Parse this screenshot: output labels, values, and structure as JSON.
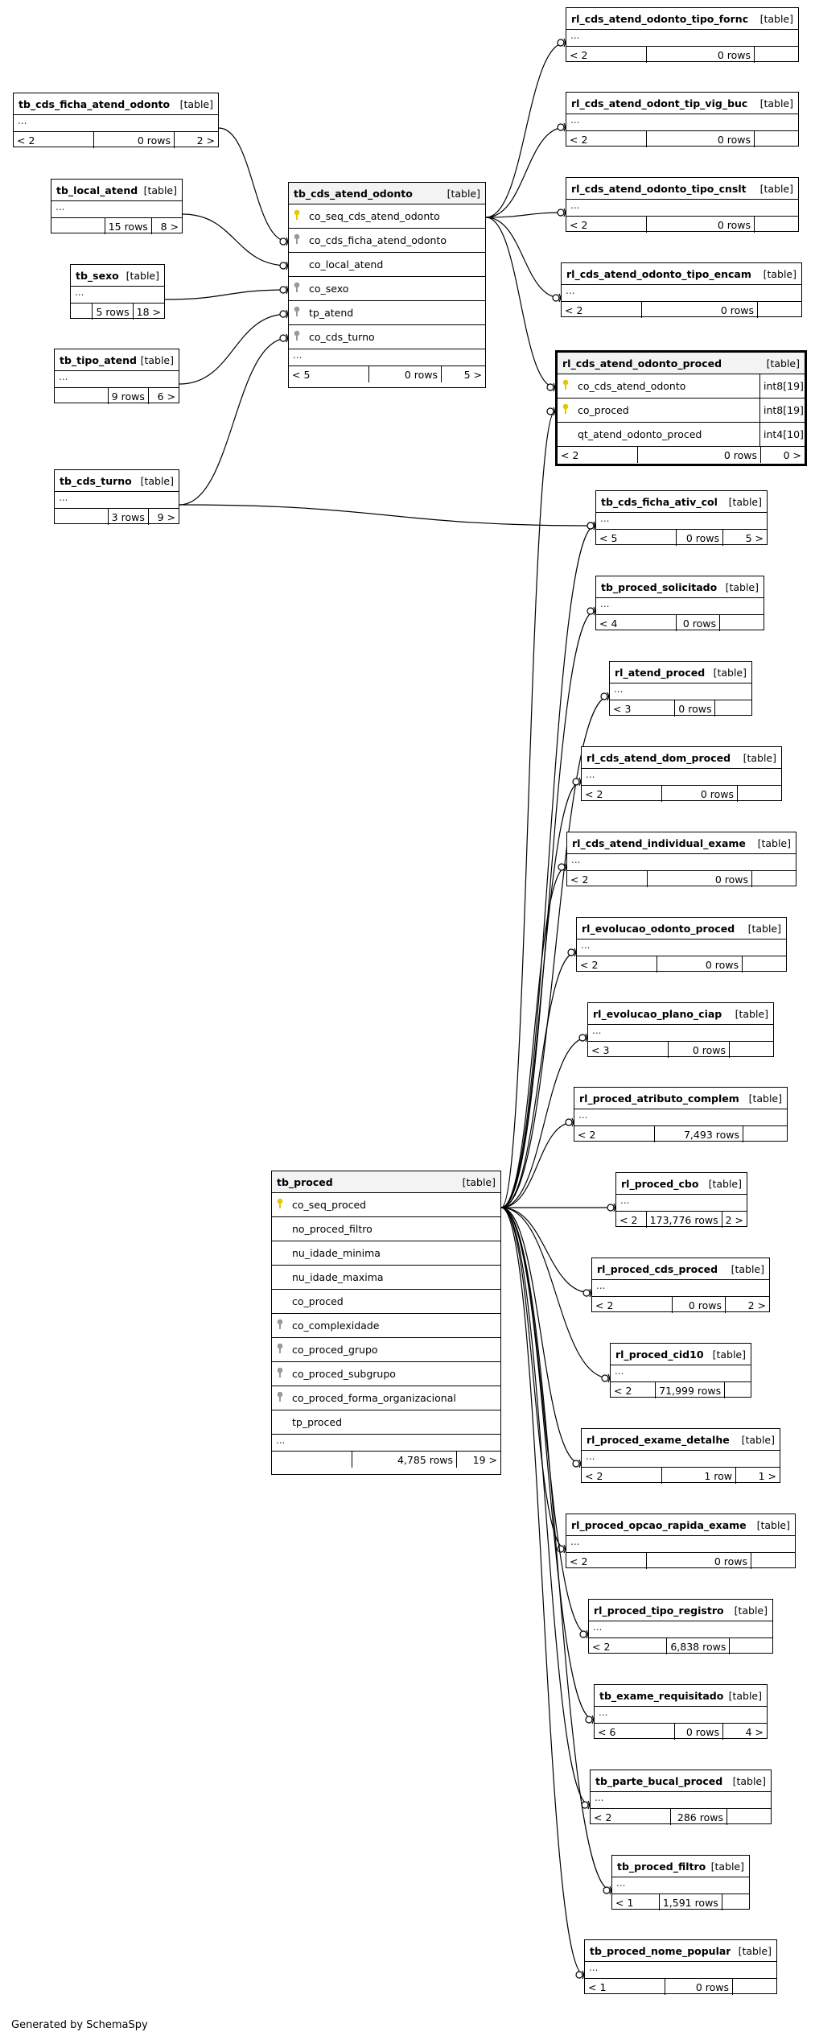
{
  "credit": "Generated by SchemaSpy",
  "type_label": "[table]",
  "ellipsis": "...",
  "tables": [
    {
      "id": "rl_cds_atend_odonto_tipo_fornc",
      "name": "rl_cds_atend_odonto_tipo_fornc",
      "parents": "< 2",
      "rows": "0 rows",
      "children": ""
    },
    {
      "id": "rl_cds_atend_odont_tip_vig_buc",
      "name": "rl_cds_atend_odont_tip_vig_buc",
      "parents": "< 2",
      "rows": "0 rows",
      "children": ""
    },
    {
      "id": "tb_cds_ficha_atend_odonto",
      "name": "tb_cds_ficha_atend_odonto",
      "parents": "< 2",
      "rows": "0 rows",
      "children": "2 >"
    },
    {
      "id": "tb_local_atend",
      "name": "tb_local_atend",
      "parents": "",
      "rows": "15 rows",
      "children": "8 >"
    },
    {
      "id": "rl_cds_atend_odonto_tipo_cnslt",
      "name": "rl_cds_atend_odonto_tipo_cnslt",
      "parents": "< 2",
      "rows": "0 rows",
      "children": ""
    },
    {
      "id": "tb_sexo",
      "name": "tb_sexo",
      "parents": "",
      "rows": "5 rows",
      "children": "18 >"
    },
    {
      "id": "rl_cds_atend_odonto_tipo_encam",
      "name": "rl_cds_atend_odonto_tipo_encam",
      "parents": "< 2",
      "rows": "0 rows",
      "children": ""
    },
    {
      "id": "tb_tipo_atend",
      "name": "tb_tipo_atend",
      "parents": "",
      "rows": "9 rows",
      "children": "6 >"
    },
    {
      "id": "tb_cds_turno",
      "name": "tb_cds_turno",
      "parents": "",
      "rows": "3 rows",
      "children": "9 >"
    },
    {
      "id": "tb_cds_ficha_ativ_col",
      "name": "tb_cds_ficha_ativ_col",
      "parents": "< 5",
      "rows": "0 rows",
      "children": "5 >"
    },
    {
      "id": "tb_proced_solicitado",
      "name": "tb_proced_solicitado",
      "parents": "< 4",
      "rows": "0 rows",
      "children": ""
    },
    {
      "id": "rl_atend_proced",
      "name": "rl_atend_proced",
      "parents": "< 3",
      "rows": "0 rows",
      "children": ""
    },
    {
      "id": "rl_cds_atend_dom_proced",
      "name": "rl_cds_atend_dom_proced",
      "parents": "< 2",
      "rows": "0 rows",
      "children": ""
    },
    {
      "id": "rl_cds_atend_individual_exame",
      "name": "rl_cds_atend_individual_exame",
      "parents": "< 2",
      "rows": "0 rows",
      "children": ""
    },
    {
      "id": "rl_evolucao_odonto_proced",
      "name": "rl_evolucao_odonto_proced",
      "parents": "< 2",
      "rows": "0 rows",
      "children": ""
    },
    {
      "id": "rl_evolucao_plano_ciap",
      "name": "rl_evolucao_plano_ciap",
      "parents": "< 3",
      "rows": "0 rows",
      "children": ""
    },
    {
      "id": "rl_proced_atributo_complem",
      "name": "rl_proced_atributo_complem",
      "parents": "< 2",
      "rows": "7,493 rows",
      "children": ""
    },
    {
      "id": "rl_proced_cbo",
      "name": "rl_proced_cbo",
      "parents": "< 2",
      "rows": "173,776 rows",
      "children": "2 >"
    },
    {
      "id": "rl_proced_cds_proced",
      "name": "rl_proced_cds_proced",
      "parents": "< 2",
      "rows": "0 rows",
      "children": "2 >"
    },
    {
      "id": "rl_proced_cid10",
      "name": "rl_proced_cid10",
      "parents": "< 2",
      "rows": "71,999 rows",
      "children": ""
    },
    {
      "id": "rl_proced_exame_detalhe",
      "name": "rl_proced_exame_detalhe",
      "parents": "< 2",
      "rows": "1 row",
      "children": "1 >"
    },
    {
      "id": "rl_proced_opcao_rapida_exame",
      "name": "rl_proced_opcao_rapida_exame",
      "parents": "< 2",
      "rows": "0 rows",
      "children": ""
    },
    {
      "id": "rl_proced_tipo_registro",
      "name": "rl_proced_tipo_registro",
      "parents": "< 2",
      "rows": "6,838 rows",
      "children": ""
    },
    {
      "id": "tb_exame_requisitado",
      "name": "tb_exame_requisitado",
      "parents": "< 6",
      "rows": "0 rows",
      "children": "4 >"
    },
    {
      "id": "tb_parte_bucal_proced",
      "name": "tb_parte_bucal_proced",
      "parents": "< 2",
      "rows": "286 rows",
      "children": ""
    },
    {
      "id": "tb_proced_filtro",
      "name": "tb_proced_filtro",
      "parents": "< 1",
      "rows": "1,591 rows",
      "children": ""
    },
    {
      "id": "tb_proced_nome_popular",
      "name": "tb_proced_nome_popular",
      "parents": "< 1",
      "rows": "0 rows",
      "children": ""
    }
  ],
  "detailed": [
    {
      "id": "tb_cds_atend_odonto",
      "name": "tb_cds_atend_odonto",
      "columns": [
        {
          "name": "co_seq_cds_atend_odonto",
          "key": "pk",
          "type": ""
        },
        {
          "name": "co_cds_ficha_atend_odonto",
          "key": "fk",
          "type": ""
        },
        {
          "name": "co_local_atend",
          "key": "",
          "type": ""
        },
        {
          "name": "co_sexo",
          "key": "fk",
          "type": ""
        },
        {
          "name": "tp_atend",
          "key": "fk",
          "type": ""
        },
        {
          "name": "co_cds_turno",
          "key": "fk",
          "type": ""
        }
      ],
      "parents": "< 5",
      "rows": "0 rows",
      "children": "5 >"
    },
    {
      "id": "rl_cds_atend_odonto_proced",
      "name": "rl_cds_atend_odonto_proced",
      "columns": [
        {
          "name": "co_cds_atend_odonto",
          "key": "pk",
          "type": "int8[19]"
        },
        {
          "name": "co_proced",
          "key": "pk",
          "type": "int8[19]"
        },
        {
          "name": "qt_atend_odonto_proced",
          "key": "",
          "type": "int4[10]"
        }
      ],
      "parents": "< 2",
      "rows": "0 rows",
      "children": "0 >"
    },
    {
      "id": "tb_proced",
      "name": "tb_proced",
      "columns": [
        {
          "name": "co_seq_proced",
          "key": "pk",
          "type": ""
        },
        {
          "name": "no_proced_filtro",
          "key": "",
          "type": ""
        },
        {
          "name": "nu_idade_minima",
          "key": "",
          "type": ""
        },
        {
          "name": "nu_idade_maxima",
          "key": "",
          "type": ""
        },
        {
          "name": "co_proced",
          "key": "",
          "type": ""
        },
        {
          "name": "co_complexidade",
          "key": "fk",
          "type": ""
        },
        {
          "name": "co_proced_grupo",
          "key": "fk",
          "type": ""
        },
        {
          "name": "co_proced_subgrupo",
          "key": "fk",
          "type": ""
        },
        {
          "name": "co_proced_forma_organizacional",
          "key": "fk",
          "type": ""
        },
        {
          "name": "tp_proced",
          "key": "",
          "type": ""
        }
      ],
      "parents": "",
      "rows": "4,785 rows",
      "children": "19 >"
    }
  ]
}
